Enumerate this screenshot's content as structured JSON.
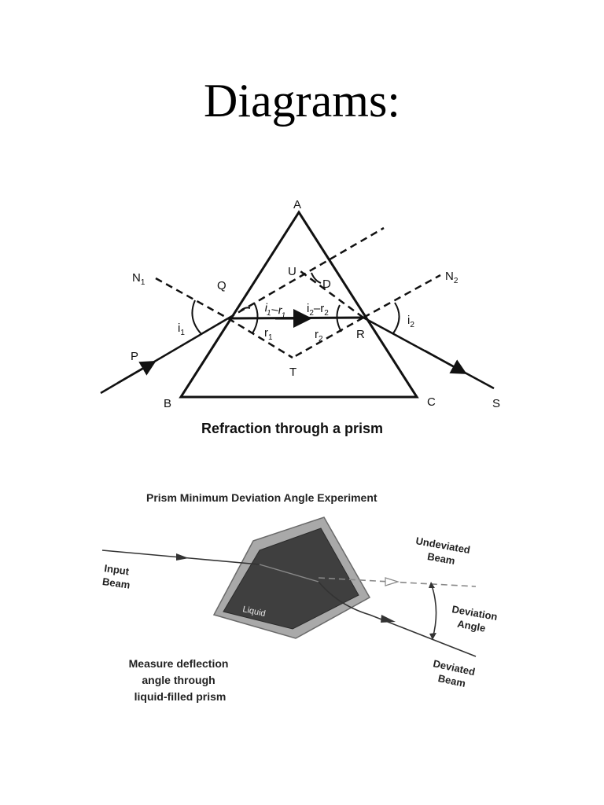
{
  "page": {
    "title": "Diagrams:"
  },
  "diagram1": {
    "caption": "Refraction through a prism",
    "points": {
      "A": "A",
      "B": "B",
      "C": "C",
      "P": "P",
      "Q": "Q",
      "R": "R",
      "S": "S",
      "T": "T",
      "U": "U",
      "D": "D",
      "N1": "N",
      "N2": "N"
    },
    "subscripts": {
      "one": "1",
      "two": "2"
    },
    "angles": {
      "i": "i",
      "r": "r",
      "inner_left": "i",
      "inner_left_r": "r",
      "inner_right": "i",
      "inner_right_r": "r",
      "minus": "–"
    }
  },
  "diagram2": {
    "title": "Prism Minimum Deviation Angle Experiment",
    "input_beam": [
      "Input",
      "Beam"
    ],
    "undeviated_beam": [
      "Undeviated",
      "Beam"
    ],
    "deviation_angle": [
      "Deviation",
      "Angle"
    ],
    "deviated_beam": [
      "Deviated",
      "Beam"
    ],
    "liquid": "Liquid",
    "note": [
      "Measure deflection",
      "angle through",
      "liquid-filled prism"
    ]
  }
}
